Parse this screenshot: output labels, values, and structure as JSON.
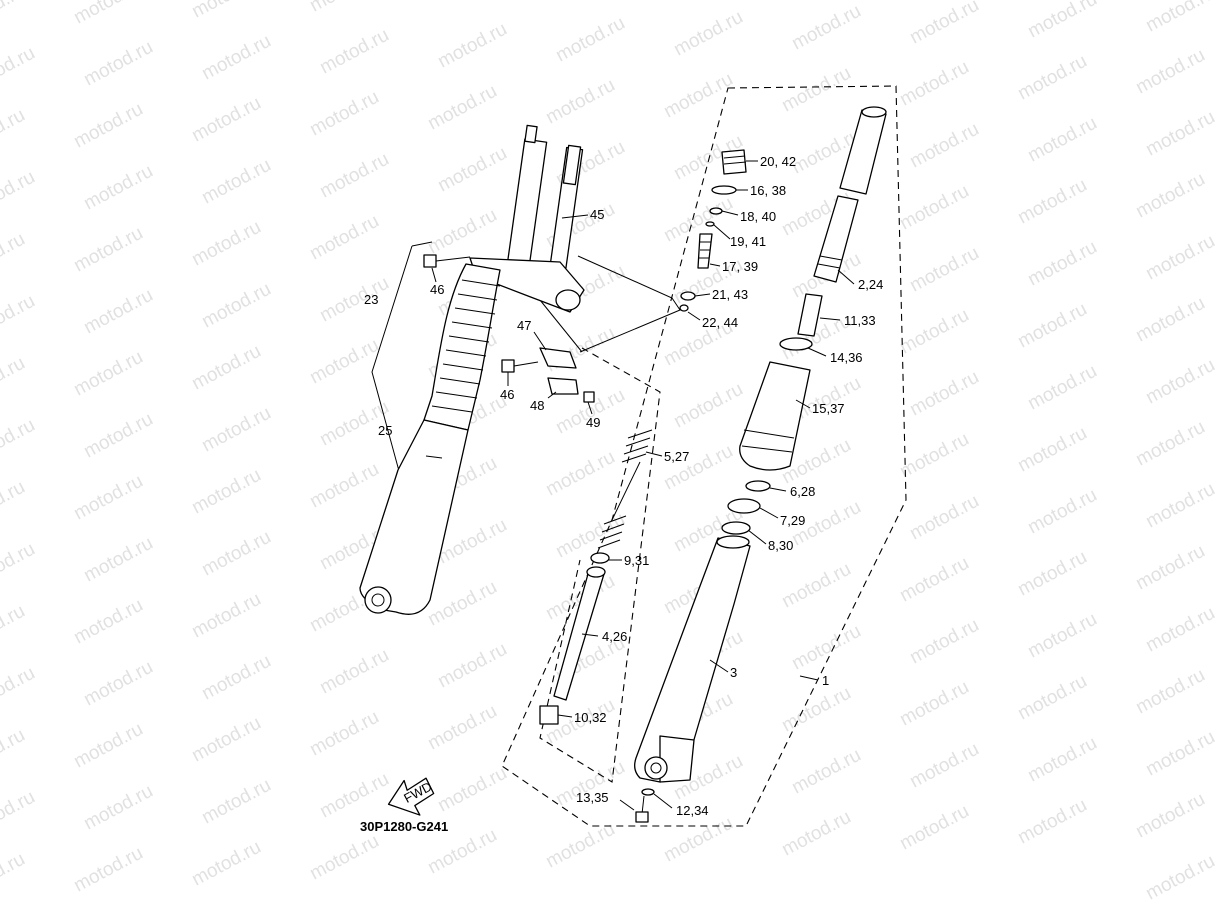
{
  "watermark": {
    "text": "motod.ru"
  },
  "diagram_code": "30P1280-G241",
  "fwd_label": "FWD",
  "labels": {
    "l_20_42": "20, 42",
    "l_16_38": "16, 38",
    "l_18_40": "18, 40",
    "l_19_41": "19, 41",
    "l_17_39": "17, 39",
    "l_21_43": "21, 43",
    "l_22_44": "22, 44",
    "l_45": "45",
    "l_46a": "46",
    "l_46b": "46",
    "l_47": "47",
    "l_48": "48",
    "l_49": "49",
    "l_23": "23",
    "l_25": "25",
    "l_2_24": "2,24",
    "l_11_33": "11,33",
    "l_14_36": "14,36",
    "l_15_37": "15,37",
    "l_6_28": "6,28",
    "l_7_29": "7,29",
    "l_8_30": "8,30",
    "l_5_27": "5,27",
    "l_9_31": "9,31",
    "l_4_26": "4,26",
    "l_10_32": "10,32",
    "l_3": "3",
    "l_1": "1",
    "l_13_35": "13,35",
    "l_12_34": "12,34"
  }
}
